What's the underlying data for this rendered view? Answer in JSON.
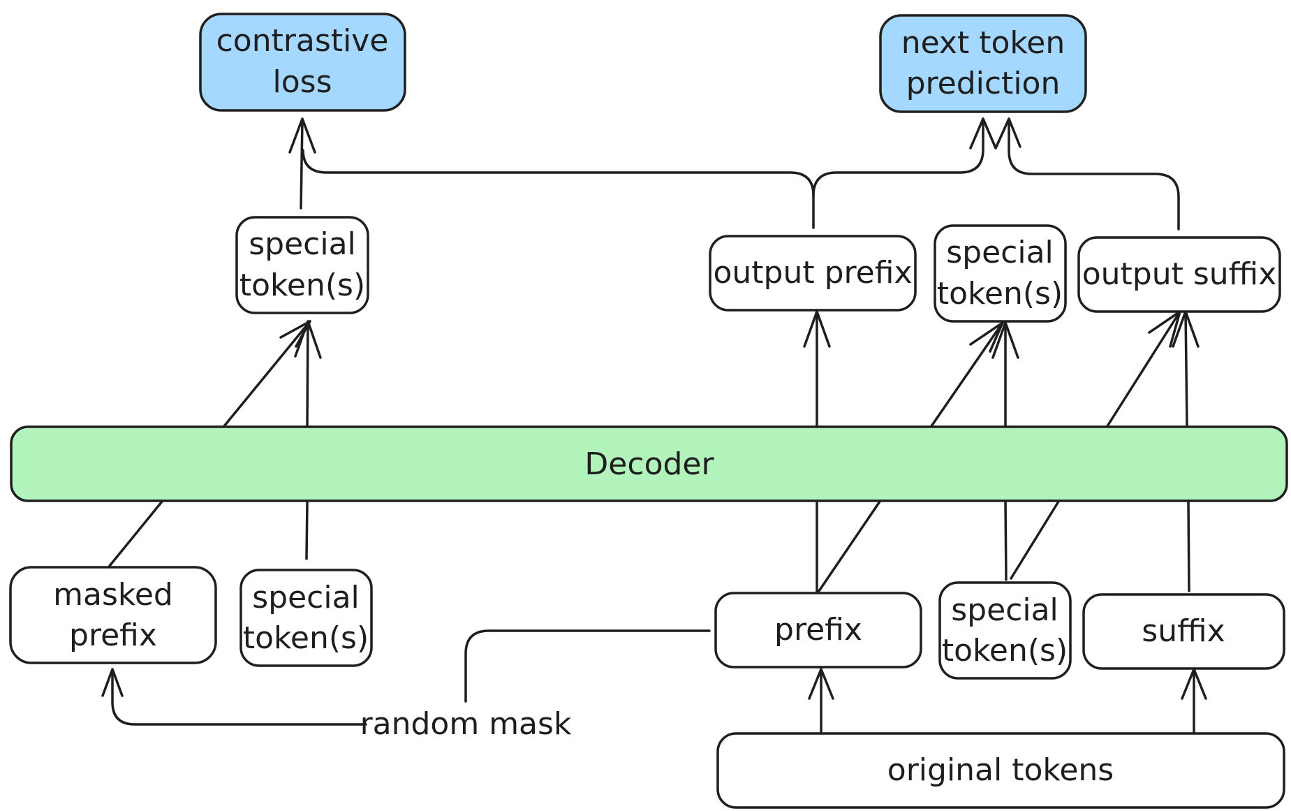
{
  "nodes": {
    "contrastive_loss": {
      "line1": "contrastive",
      "line2": "loss"
    },
    "next_token_prediction": {
      "line1": "next token",
      "line2": "prediction"
    },
    "special_top_left": {
      "line1": "special",
      "line2": "token(s)"
    },
    "output_prefix": {
      "label": "output prefix"
    },
    "special_top_mid": {
      "line1": "special",
      "line2": "token(s)"
    },
    "output_suffix": {
      "label": "output suffix"
    },
    "decoder": {
      "label": "Decoder"
    },
    "masked_prefix": {
      "line1": "masked",
      "line2": "prefix"
    },
    "special_bottom_left": {
      "line1": "special",
      "line2": "token(s)"
    },
    "prefix": {
      "label": "prefix"
    },
    "special_bottom_mid": {
      "line1": "special",
      "line2": "token(s)"
    },
    "suffix": {
      "label": "suffix"
    },
    "original_tokens": {
      "label": "original tokens"
    },
    "random_mask": {
      "label": "random mask"
    }
  },
  "colors": {
    "loss_fill": "#a5d8ff",
    "decoder_fill": "#b2f2bb",
    "stroke": "#1f1f1f"
  }
}
